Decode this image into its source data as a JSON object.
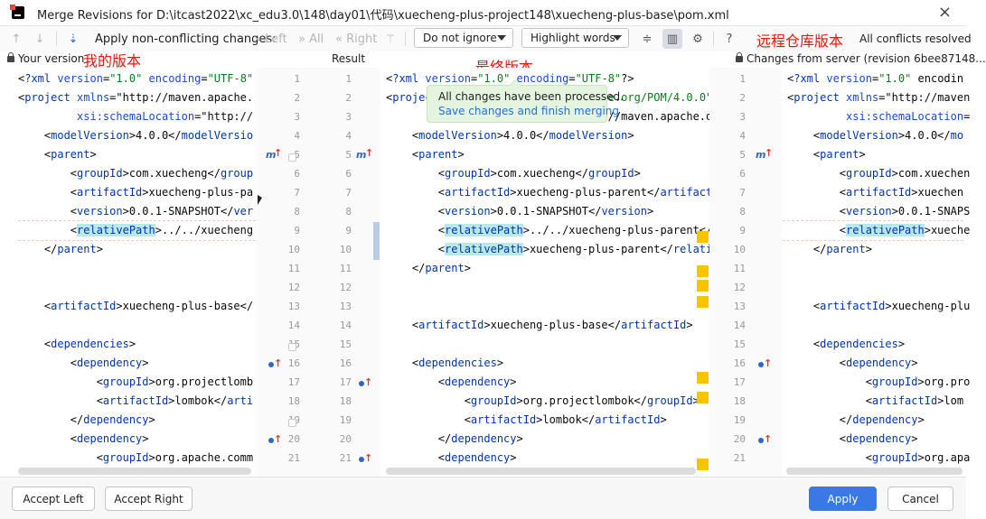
{
  "window": {
    "title": "Merge Revisions for D:\\itcast2022\\xc_edu3.0\\148\\day01\\代码\\xuecheng-plus-project148\\xuecheng-plus-base\\pom.xml",
    "close": "×"
  },
  "toolbar": {
    "apply_label": "Apply non-conflicting changes:",
    "left": "Left",
    "all": "All",
    "right": "Right",
    "whitespace_combo": "Do not ignore",
    "highlight_combo": "Highlight words",
    "help": "?",
    "status": "All conflicts resolved"
  },
  "annotations": {
    "mine": "我的版本",
    "final": "最终版本",
    "remote": "远程仓库版本"
  },
  "headers": {
    "left": "Your version",
    "middle": "Result",
    "right": "Changes from server (revision 6bee87148..."
  },
  "toast": {
    "title": "All changes have been processed.",
    "link": "Save changes and finish merging"
  },
  "left_lines": [
    "<?xml version=\"1.0\" encoding=\"UTF-8\"",
    "<project xmlns=\"http://maven.apache.",
    "         xsi:schemaLocation=\"http://",
    "    <modelVersion>4.0.0</modelVersio",
    "    <parent>",
    "        <groupId>com.xuecheng</group",
    "        <artifactId>xuecheng-plus-pa",
    "        <version>0.0.1-SNAPSHOT</ver",
    "        <relativePath>../../xuecheng",
    "    </parent>",
    "",
    "",
    "    <artifactId>xuecheng-plus-base</",
    "",
    "    <dependencies>",
    "        <dependency>",
    "            <groupId>org.projectlomb",
    "            <artifactId>lombok</arti",
    "        </dependency>",
    "        <dependency>",
    "            <groupId>org.apache.comm"
  ],
  "middle_lines": [
    "<?xml version=\"1.0\" encoding=\"UTF-8\"?>",
    "<project xmlns=\"http://maven.apache.org/POM/4.0.0\"",
    "         xsi:schemaLocation=\"http://maven.apache.o",
    "    <modelVersion>4.0.0</modelVersion>",
    "    <parent>",
    "        <groupId>com.xuecheng</groupId>",
    "        <artifactId>xuecheng-plus-parent</artifact",
    "        <version>0.0.1-SNAPSHOT</version>",
    "        <relativePath>../../xuecheng-plus-parent</",
    "        <relativePath>xuecheng-plus-parent</relati",
    "    </parent>",
    "",
    "",
    "    <artifactId>xuecheng-plus-base</artifactId>",
    "",
    "    <dependencies>",
    "        <dependency>",
    "            <groupId>org.projectlombok</groupId>",
    "            <artifactId>lombok</artifactId>",
    "        </dependency>",
    "        <dependency>"
  ],
  "right_lines": [
    "<?xml version=\"1.0\" encodin",
    "<project xmlns=\"http://maven",
    "         xsi:schemaLocation=",
    "    <modelVersion>4.0.0</mo",
    "    <parent>",
    "        <groupId>com.xuechen",
    "        <artifactId>xuechen",
    "        <version>0.0.1-SNAPS",
    "        <relativePath>xueche",
    "    </parent>",
    "",
    "",
    "    <artifactId>xuecheng-plu",
    "",
    "    <dependencies>",
    "        <dependency>",
    "            <groupId>org.pro",
    "            <artifactId>lom",
    "        </dependency>",
    "        <dependency>",
    "            <groupId>org.apa"
  ],
  "line_numbers_left": [
    "1",
    "2",
    "3",
    "4",
    "5",
    "6",
    "7",
    "8",
    "9",
    "10",
    "11",
    "12",
    "13",
    "14",
    "15",
    "16",
    "17",
    "18",
    "19",
    "20",
    "21"
  ],
  "line_numbers_mid": [
    "1",
    "2",
    "3",
    "4",
    "5",
    "6",
    "7",
    "8",
    "9",
    "10",
    "11",
    "12",
    "13",
    "14",
    "15",
    "16",
    "17",
    "18",
    "19",
    "20",
    "21"
  ],
  "line_numbers_right": [
    "1",
    "2",
    "3",
    "4",
    "5",
    "6",
    "7",
    "8",
    "9",
    "10",
    "11",
    "12",
    "13",
    "14",
    "15",
    "16",
    "17",
    "18",
    "19",
    "20",
    "21"
  ],
  "buttons": {
    "accept_left": "Accept Left",
    "accept_right": "Accept Right",
    "apply": "Apply",
    "cancel": "Cancel"
  }
}
